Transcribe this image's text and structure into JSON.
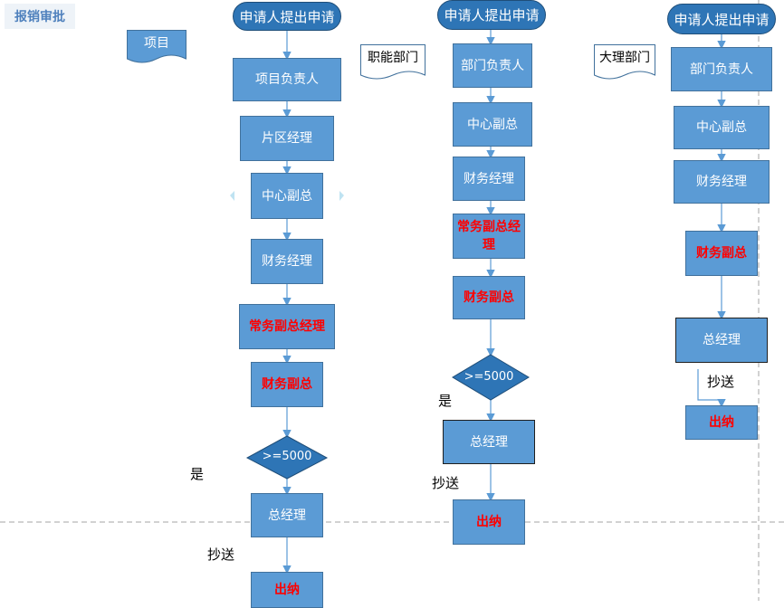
{
  "title": "报销审批",
  "lanes": {
    "project": {
      "label": "项目",
      "start": "申请人提出申请",
      "steps": [
        "项目负责人",
        "片区经理",
        "中心副总",
        "财务经理",
        "常务副总经理",
        "财务副总"
      ],
      "decision": ">=5000",
      "yes_label": "是",
      "gm": "总经理",
      "cc_label": "抄送",
      "cashier": "出纳"
    },
    "functional": {
      "label": "职能部门",
      "start": "申请人提出申请",
      "steps": [
        "部门负责人",
        "中心副总",
        "财务经理",
        "常务副总经理",
        "财务副总"
      ],
      "decision": ">=5000",
      "yes_label": "是",
      "gm": "总经理",
      "cc_label": "抄送",
      "cashier": "出纳"
    },
    "dali": {
      "label": "大理部门",
      "start": "申请人提出申请",
      "steps": [
        "部门负责人",
        "中心副总",
        "财务经理",
        "财务副总"
      ],
      "gm": "总经理",
      "cc_label": "抄送",
      "cashier": "出纳"
    }
  },
  "colors": {
    "box_fill": "#5b9bd5",
    "terminator_fill": "#2e75b6",
    "highlight_text": "#ff0000",
    "connector": "#5b9bd5"
  }
}
